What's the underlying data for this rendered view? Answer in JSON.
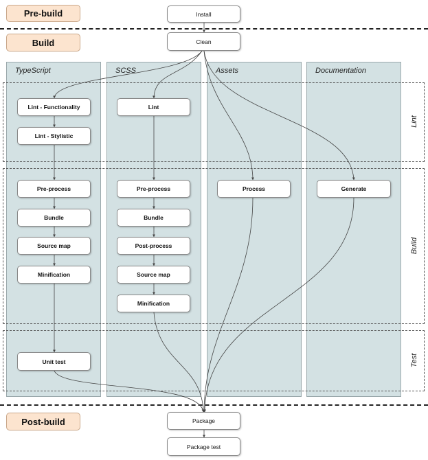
{
  "stages": {
    "prebuild": "Pre-build",
    "build": "Build",
    "postbuild": "Post-build"
  },
  "top_nodes": {
    "install": "Install",
    "clean": "Clean",
    "package": "Package",
    "package_test": "Package test"
  },
  "lanes": {
    "typescript": "TypeScript",
    "scss": "SCSS",
    "assets": "Assets",
    "documentation": "Documentation"
  },
  "phases": {
    "lint": "Lint",
    "build": "Build",
    "test": "Test"
  },
  "typescript_nodes": {
    "lint_functionality": "Lint - Functionality",
    "lint_stylistic": "Lint - Stylistic",
    "preprocess": "Pre-process",
    "bundle": "Bundle",
    "source_map": "Source map",
    "minification": "Minification",
    "unit_test": "Unit test"
  },
  "scss_nodes": {
    "lint": "Lint",
    "preprocess": "Pre-process",
    "bundle": "Bundle",
    "postprocess": "Post-process",
    "source_map": "Source map",
    "minification": "Minification"
  },
  "assets_nodes": {
    "process": "Process"
  },
  "documentation_nodes": {
    "generate": "Generate"
  }
}
